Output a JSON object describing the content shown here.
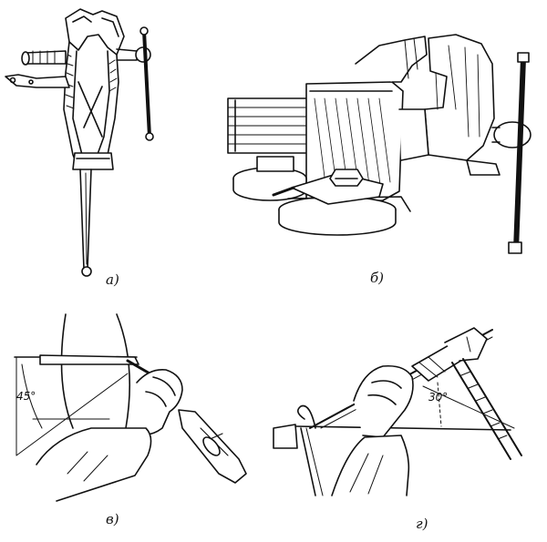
{
  "figure": {
    "panels": [
      {
        "id": "a",
        "caption": "а)",
        "subject": "parallel-vise-tall"
      },
      {
        "id": "b",
        "caption": "б)",
        "subject": "bench-vise-swivel"
      },
      {
        "id": "v",
        "caption": "в)",
        "subject": "hand-grip-chisel",
        "angle_label": "45°"
      },
      {
        "id": "g",
        "caption": "г)",
        "subject": "chisel-on-workpiece",
        "angle_label": "30°"
      }
    ],
    "line_color": "#111111",
    "background": "#ffffff"
  }
}
